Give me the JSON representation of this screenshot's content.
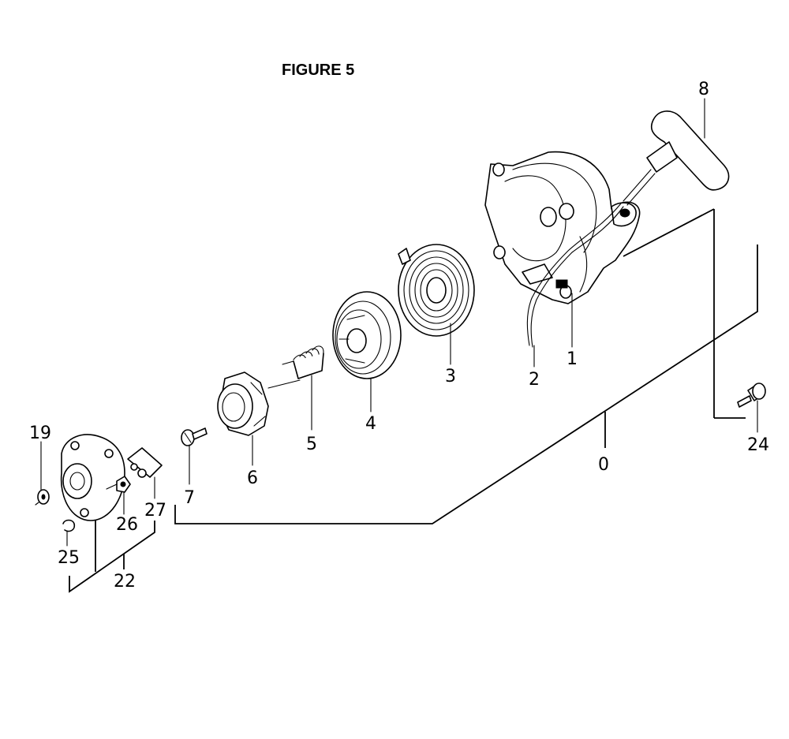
{
  "figure_title": "FIGURE 5",
  "callouts": {
    "c0": "0",
    "c1": "1",
    "c2": "2",
    "c3": "3",
    "c4": "4",
    "c5": "5",
    "c6": "6",
    "c7": "7",
    "c8": "8",
    "c19": "19",
    "c22": "22",
    "c24": "24",
    "c25": "25",
    "c26": "26",
    "c27": "27"
  }
}
